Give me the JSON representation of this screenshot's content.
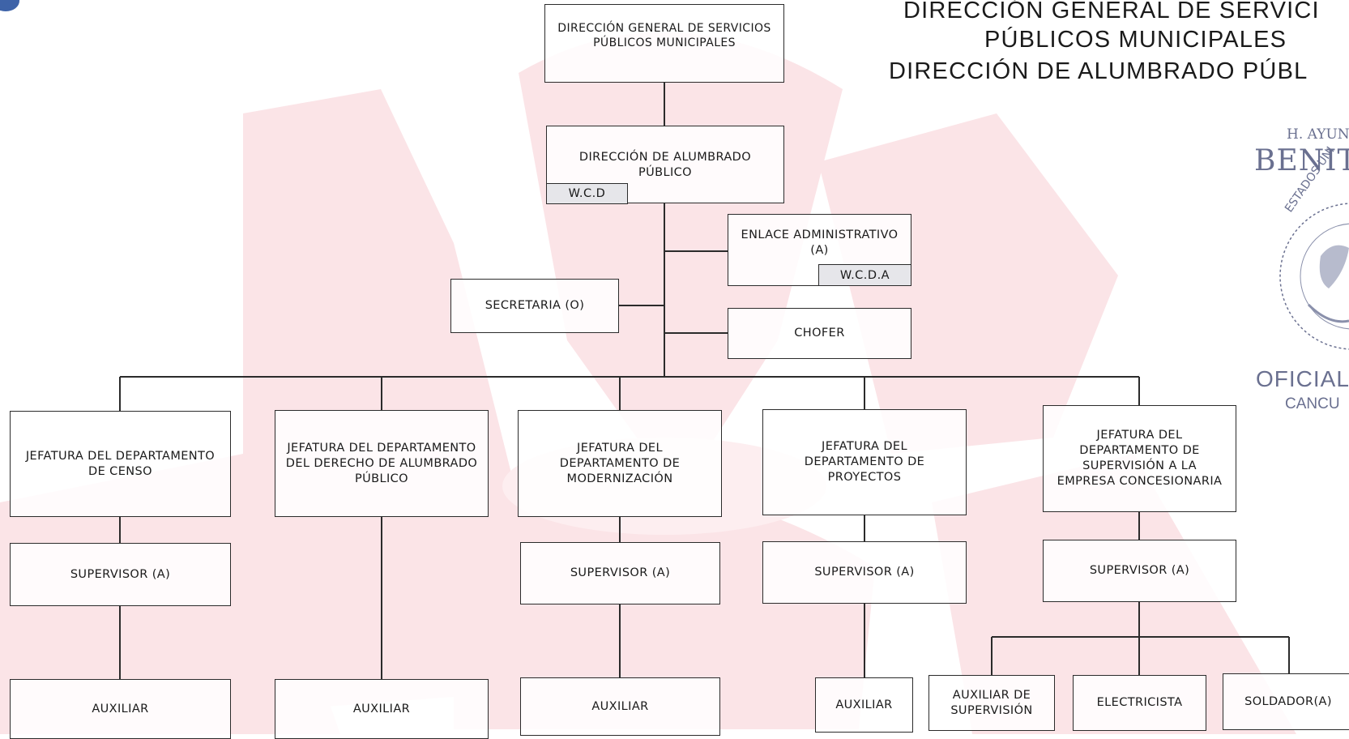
{
  "header": {
    "title_line1": "DIRECCIÓN GENERAL DE SERVICI",
    "title_line2": "PÚBLICOS MUNICIPALES",
    "title_line3": "DIRECCIÓN DE ALUMBRADO PÚBL"
  },
  "seal": {
    "line1": "H. AYUN",
    "line2": "BENITO",
    "ring": "ESTADOS UNI",
    "line3": "OFICIAL",
    "line4": "CANCU"
  },
  "nodes": {
    "dgspm": "DIRECCIÓN GENERAL DE SERVICIOS PÚBLICOS MUNICIPALES",
    "dap": "DIRECCIÓN DE ALUMBRADO PÚBLICO",
    "dap_tag": "W.C.D",
    "enlace": "ENLACE ADMINISTRATIVO (A)",
    "enlace_tag": "W.C.D.A",
    "secretaria": "SECRETARIA (O)",
    "chofer": "CHOFER",
    "jef_censo": "JEFATURA DEL DEPARTAMENTO DE CENSO",
    "jef_derecho": "JEFATURA DEL DEPARTAMENTO DEL DERECHO DE ALUMBRADO PÚBLICO",
    "jef_modern": "JEFATURA DEL DEPARTAMENTO DE MODERNIZACIÓN",
    "jef_proyectos": "JEFATURA DEL DEPARTAMENTO DE PROYECTOS",
    "jef_superv": "JEFATURA DEL DEPARTAMENTO DE SUPERVISIÓN A LA EMPRESA CONCESIONARIA",
    "sup_censo": "SUPERVISOR (A)",
    "sup_modern": "SUPERVISOR (A)",
    "sup_proyectos": "SUPERVISOR (A)",
    "sup_superv": "SUPERVISOR (A)",
    "aux_censo": "AUXILIAR",
    "aux_derecho": "AUXILIAR",
    "aux_modern": "AUXILIAR",
    "aux_proyectos": "AUXILIAR",
    "aux_supervision": "AUXILIAR DE SUPERVISIÓN",
    "electricista": "ELECTRICISTA",
    "soldador": "SOLDADOR(A)"
  },
  "colors": {
    "watermark": "#fbe4e7",
    "line": "#2b2b2b",
    "tag_fill": "#e6e6ea",
    "seal": "#6a7090",
    "logo": "#3e63a8"
  }
}
